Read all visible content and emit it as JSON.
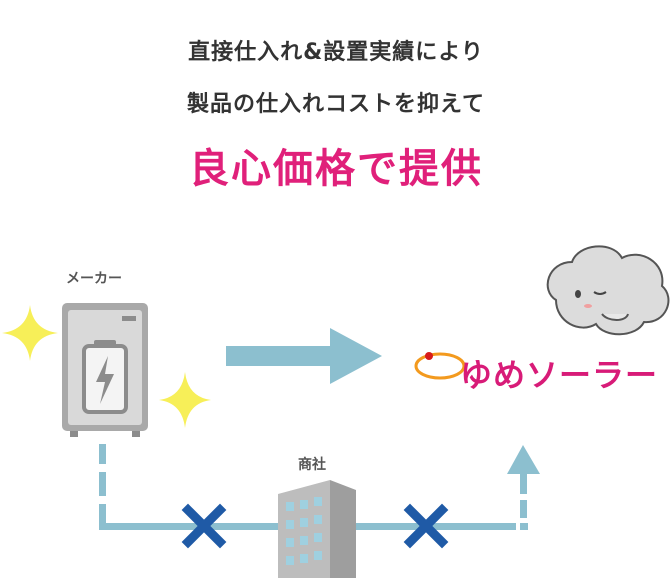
{
  "headline": {
    "line1": "直接仕入れ&設置実績により",
    "line2": "製品の仕入れコストを抑えて",
    "highlight": "良心価格で提供"
  },
  "nodes": {
    "maker_label": "メーカー",
    "trader_label": "商社",
    "brand_name": "ゆめソーラー"
  },
  "icons": {
    "battery_device": "battery-device-icon",
    "building": "office-building-icon",
    "mascot": "cloud-mascot-icon",
    "brand_logo": "brand-logo-icon",
    "blocked": "x-mark-icon",
    "sparkle": "sparkle-icon"
  },
  "colors": {
    "headline_text": "#333333",
    "highlight": "#e0207a",
    "brand": "#d81b78",
    "flow_arrow": "#8cbfcf",
    "cross": "#1f5aa6",
    "sparkle": "#f7ef58",
    "device": "#b8b8b8",
    "building": "#bdbdbd"
  }
}
